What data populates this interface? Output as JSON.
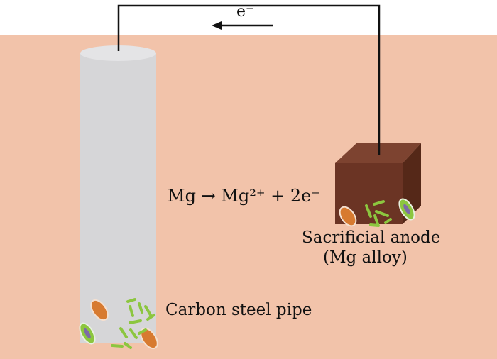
{
  "electron_label": "e⁻",
  "reaction": "Mg → Mg²⁺ + 2e⁻",
  "anode_label_line1": "Sacrificial anode",
  "anode_label_line2": "(Mg alloy)",
  "pipe_label": "Carbon steel pipe",
  "colors": {
    "soil": "#f2c3aa",
    "pipe": "#d6d6d8",
    "cube_front": "#6b3424",
    "cube_top": "#7d4330",
    "cube_side": "#552818"
  }
}
